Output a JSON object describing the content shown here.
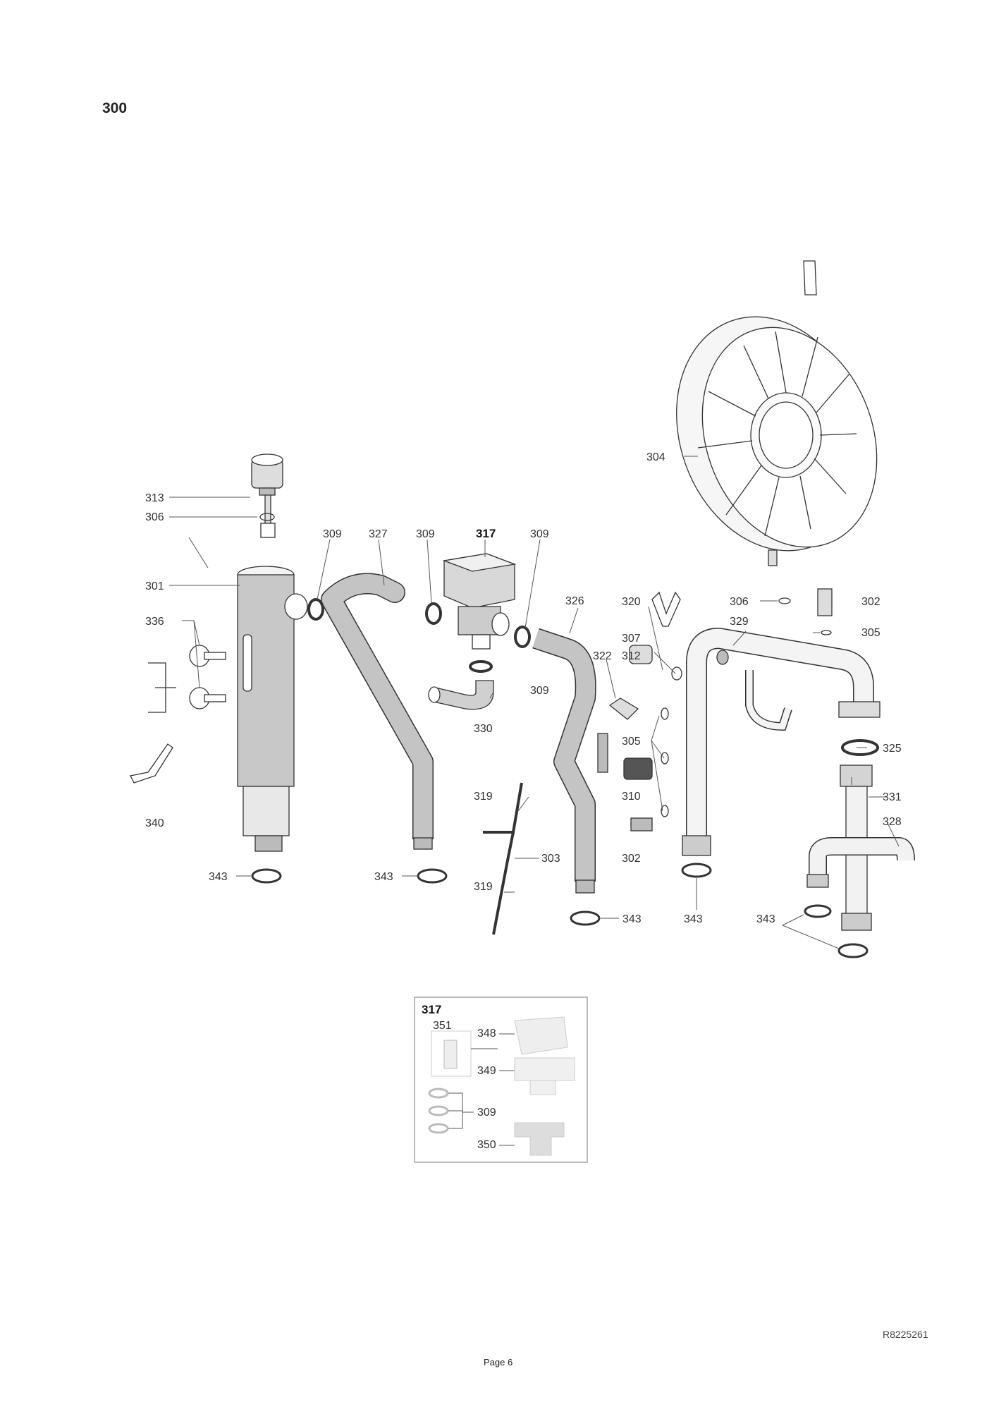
{
  "page": {
    "section_number": "300",
    "drawing_reference": "R8225261",
    "page_label": "Page 6"
  },
  "callouts": {
    "c301": "301",
    "c302a": "302",
    "c302b": "302",
    "c303": "303",
    "c304": "304",
    "c305a": "305",
    "c305b": "305",
    "c306a": "306",
    "c306b": "306",
    "c307": "307",
    "c309a": "309",
    "c309b": "309",
    "c309c": "309",
    "c309d": "309",
    "c310": "310",
    "c312": "312",
    "c313": "313",
    "c317": "317",
    "c319a": "319",
    "c319b": "319",
    "c320": "320",
    "c322": "322",
    "c325": "325",
    "c326": "326",
    "c327": "327",
    "c328": "328",
    "c329": "329",
    "c330": "330",
    "c331": "331",
    "c336": "336",
    "c340": "340",
    "c343a": "343",
    "c343b": "343",
    "c343c": "343",
    "c343d": "343",
    "c343e": "343"
  },
  "inset": {
    "title": "317",
    "c351": "351",
    "c348": "348",
    "c349": "349",
    "c309": "309",
    "c350": "350"
  }
}
